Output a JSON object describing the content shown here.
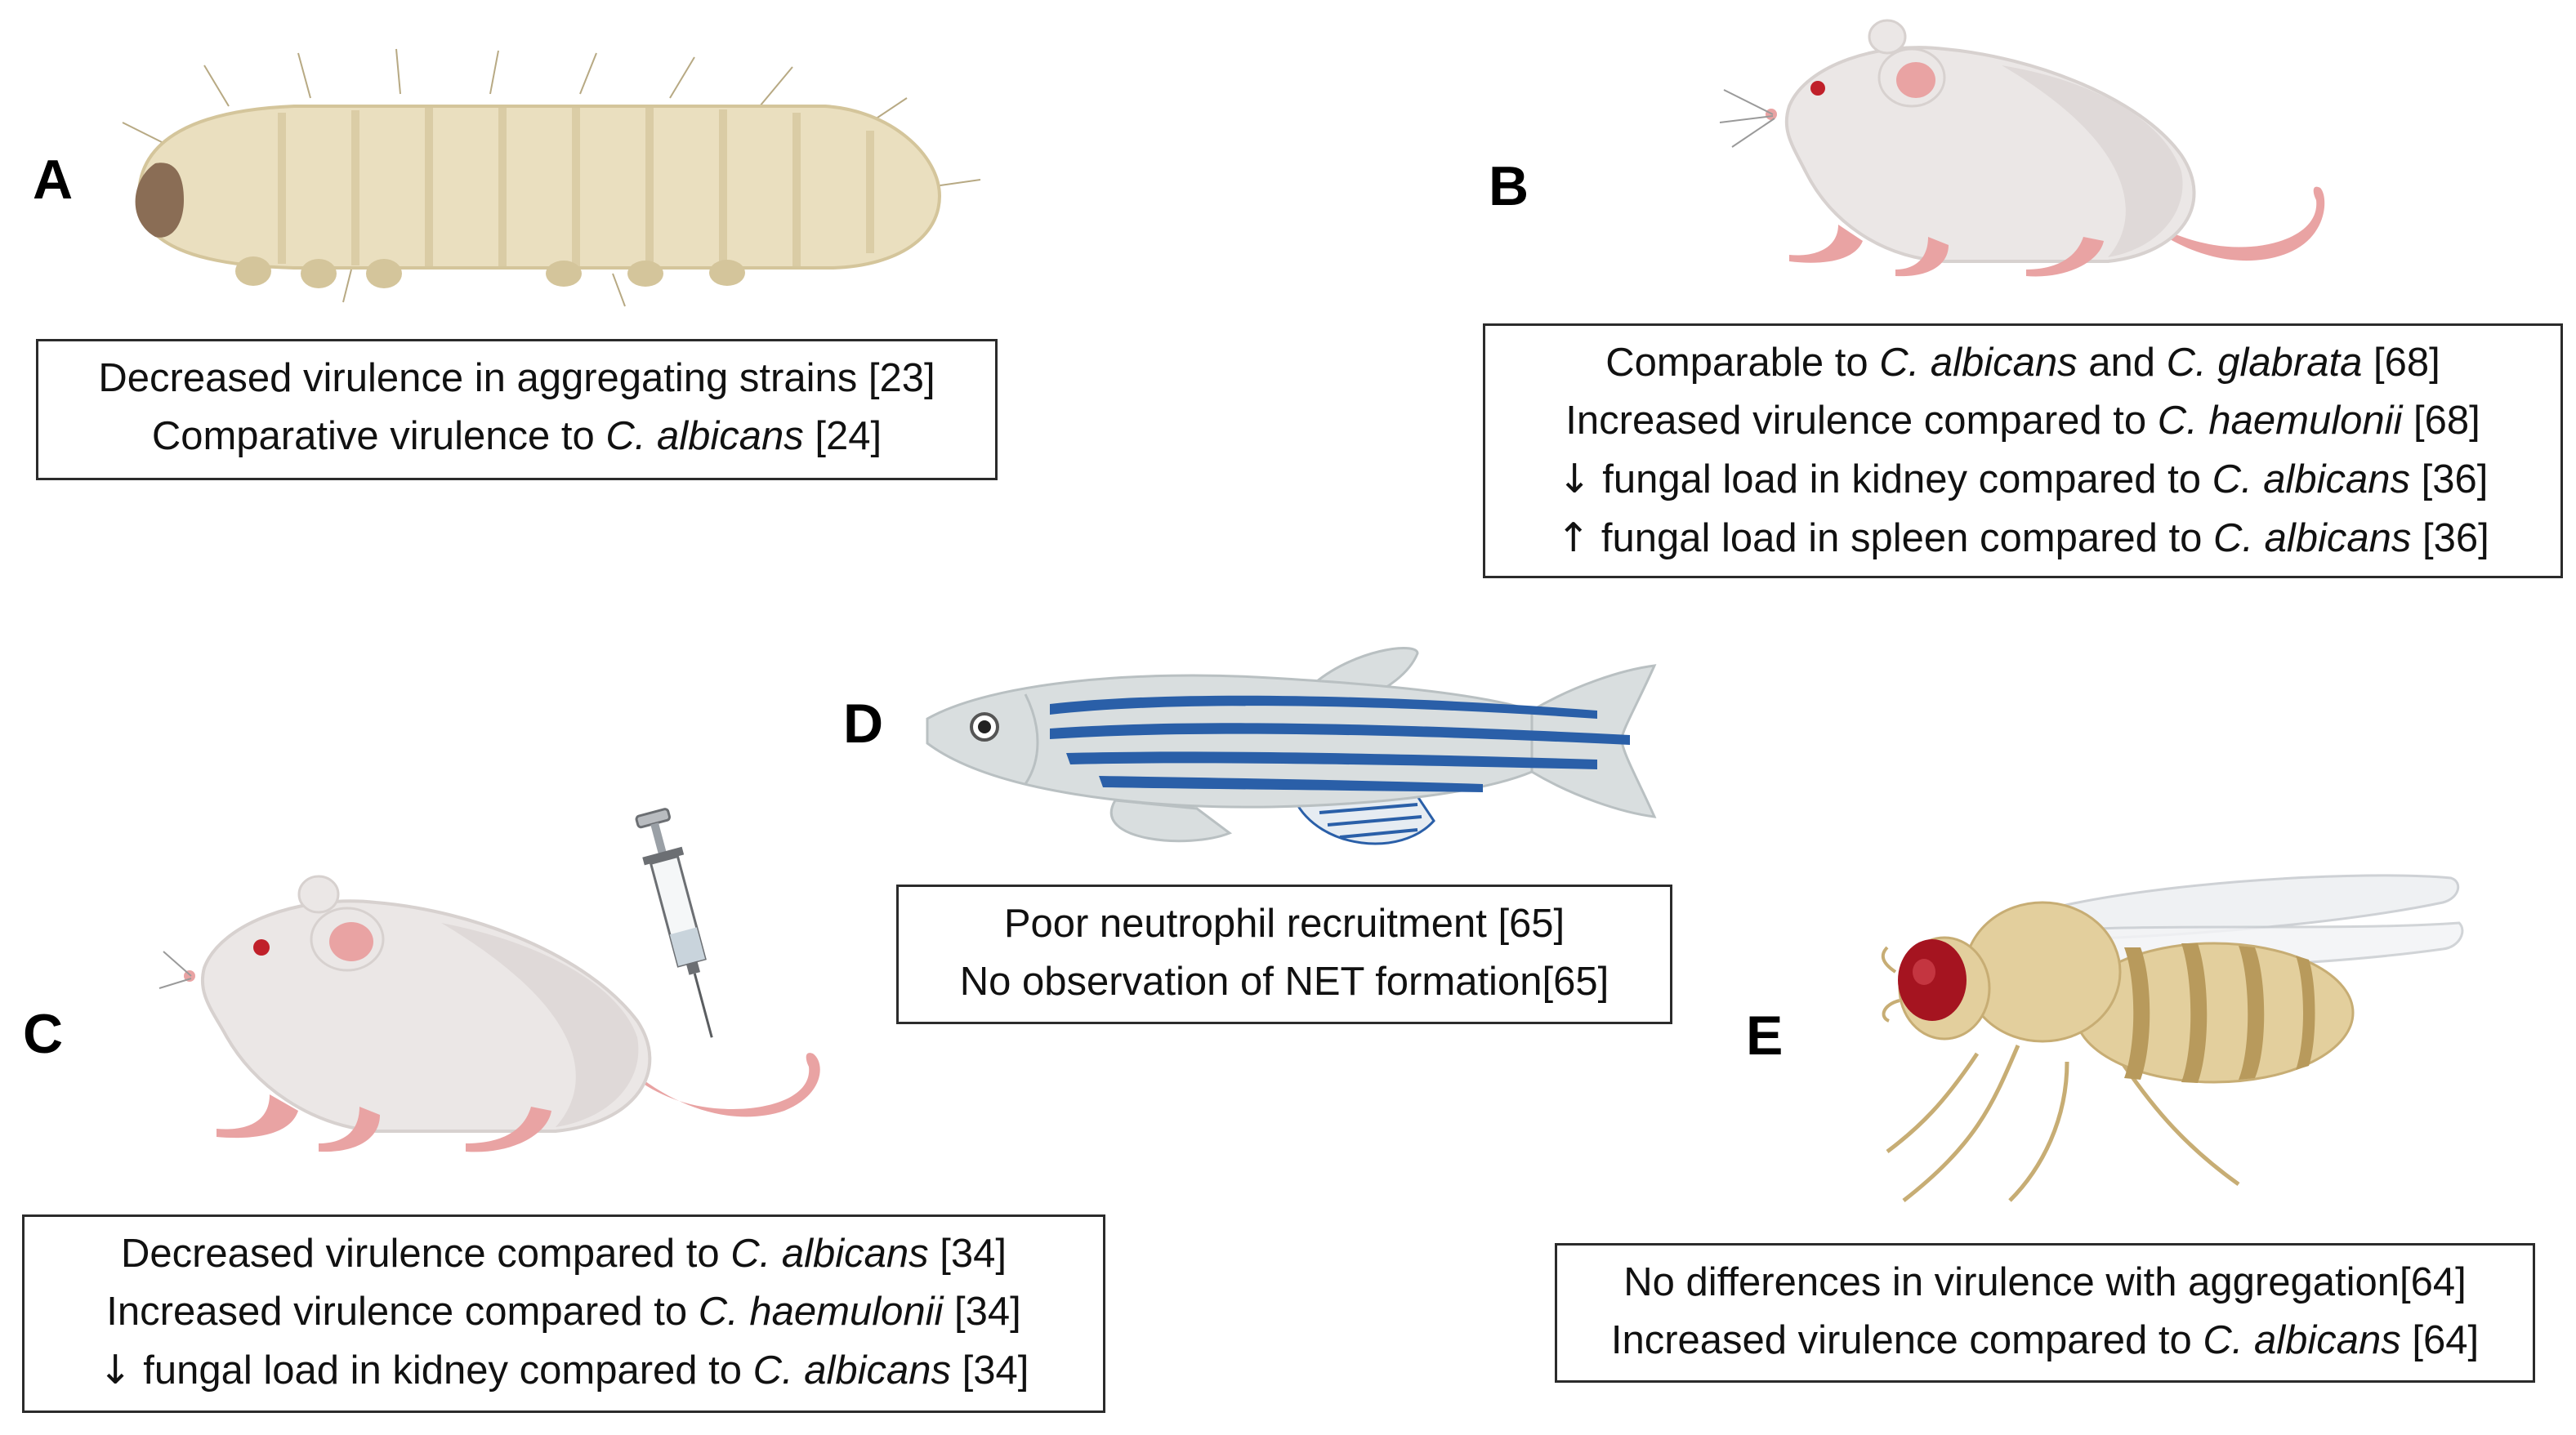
{
  "panels": {
    "A": {
      "label": "A",
      "lines": [
        [
          {
            "t": "Decreased virulence in aggregating strains [23]"
          }
        ],
        [
          {
            "t": "Comparative virulence to "
          },
          {
            "t": "C. albicans",
            "i": true
          },
          {
            "t": " [24]"
          }
        ]
      ]
    },
    "B": {
      "label": "B",
      "lines": [
        [
          {
            "t": "Comparable to "
          },
          {
            "t": "C. albicans",
            "i": true
          },
          {
            "t": " and "
          },
          {
            "t": "C. glabrata",
            "i": true
          },
          {
            "t": " [68]"
          }
        ],
        [
          {
            "t": "Increased virulence compared to "
          },
          {
            "t": "C. haemulonii",
            "i": true
          },
          {
            "t": " [68]"
          }
        ],
        [
          {
            "t": "↓",
            "a": true
          },
          {
            "t": " fungal load in kidney compared to "
          },
          {
            "t": "C. albicans",
            "i": true
          },
          {
            "t": " [36]"
          }
        ],
        [
          {
            "t": "↑",
            "a": true
          },
          {
            "t": " fungal load in spleen compared to "
          },
          {
            "t": "C. albicans",
            "i": true
          },
          {
            "t": " [36]"
          }
        ]
      ]
    },
    "C": {
      "label": "C",
      "lines": [
        [
          {
            "t": "Decreased virulence compared to "
          },
          {
            "t": "C. albicans",
            "i": true
          },
          {
            "t": " [34]"
          }
        ],
        [
          {
            "t": "Increased virulence compared to "
          },
          {
            "t": "C. haemulonii",
            "i": true
          },
          {
            "t": " [34]"
          }
        ],
        [
          {
            "t": "↓",
            "a": true
          },
          {
            "t": " fungal load in kidney compared to "
          },
          {
            "t": "C. albicans",
            "i": true
          },
          {
            "t": " [34]"
          }
        ]
      ]
    },
    "D": {
      "label": "D",
      "lines": [
        [
          {
            "t": "Poor neutrophil recruitment [65]"
          }
        ],
        [
          {
            "t": "No observation of NET formation[65]"
          }
        ]
      ]
    },
    "E": {
      "label": "E",
      "lines": [
        [
          {
            "t": "No differences in virulence with aggregation[64]"
          }
        ],
        [
          {
            "t": "Increased virulence compared to "
          },
          {
            "t": "C. albicans",
            "i": true
          },
          {
            "t": " [64]"
          }
        ]
      ]
    }
  },
  "colors": {
    "larva": "#eadfbf",
    "larva_shade": "#d4c59b",
    "larva_head": "#8a6d55",
    "mouse_body": "#ebe7e6",
    "mouse_shade": "#d7d1cf",
    "mouse_pink": "#e9a3a3",
    "mouse_eye": "#c0202a",
    "fish_body": "#d9dedf",
    "fish_stripe": "#2a5fa8",
    "fly_body": "#e3cf9d",
    "fly_stripe": "#b89a5c",
    "fly_eye": "#a51420",
    "box_border": "#2b2b2b"
  },
  "icons": [
    "waxworm-larva-icon",
    "mouse-icon",
    "injected-mouse-icon",
    "syringe-icon",
    "zebrafish-icon",
    "fruit-fly-icon"
  ]
}
